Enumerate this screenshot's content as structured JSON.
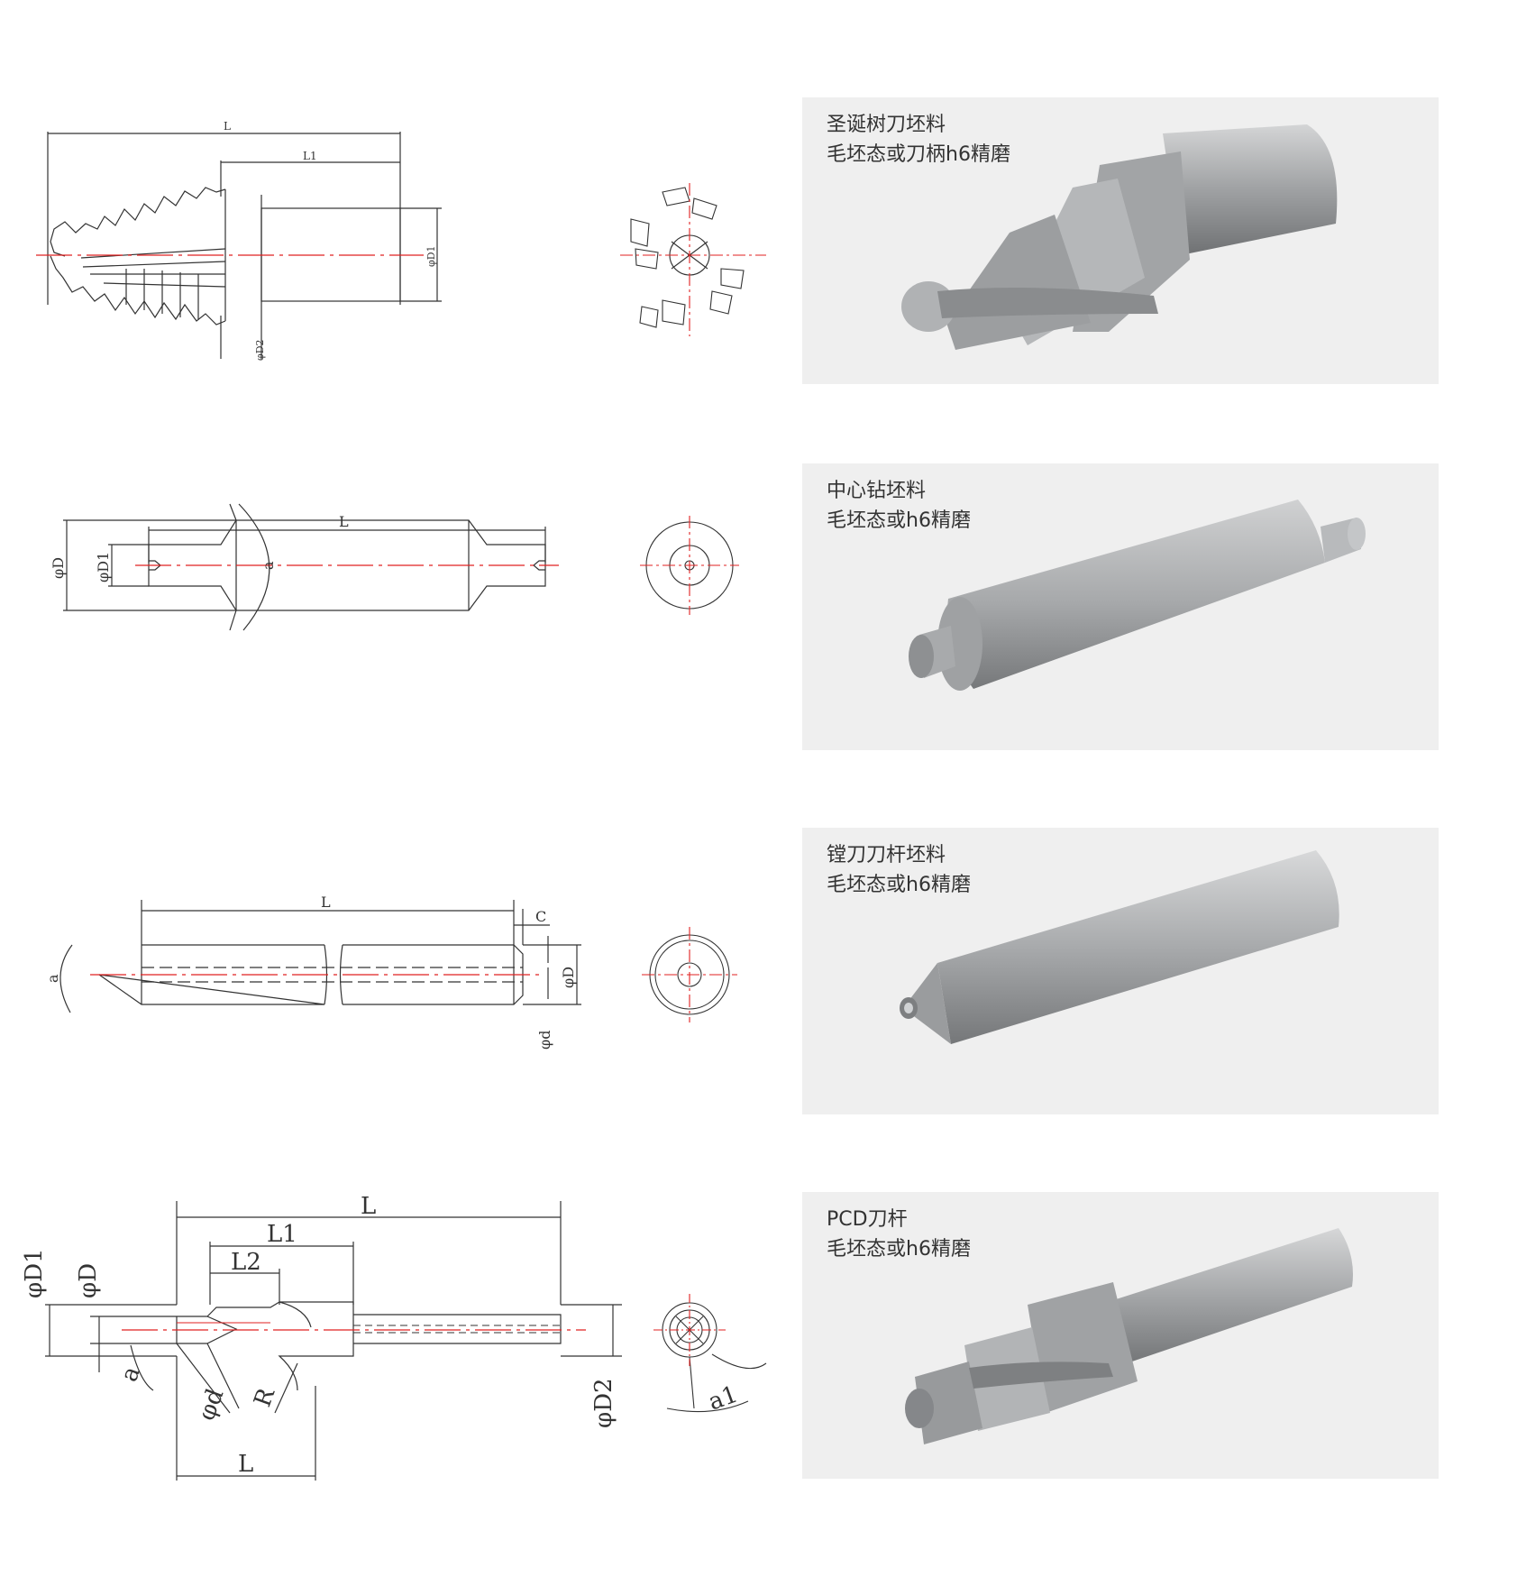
{
  "colors": {
    "line": "#333333",
    "centerline": "#e02020",
    "panel_bg": "#efefef",
    "metal": "#a9abad"
  },
  "products": [
    {
      "title": "圣诞树刀坯料",
      "subtitle": "毛坯态或刀柄h6精磨",
      "drawing_labels": {
        "L": "L",
        "L1": "L1",
        "D1": "φD1",
        "D2": "φD2"
      }
    },
    {
      "title": "中心钻坯料",
      "subtitle": "毛坯态或h6精磨",
      "drawing_labels": {
        "L": "L",
        "D": "φD",
        "D1": "φD1",
        "a": "a"
      }
    },
    {
      "title": "镗刀刀杆坯料",
      "subtitle": "毛坯态或h6精磨",
      "drawing_labels": {
        "L": "L",
        "C": "C",
        "D": "φD",
        "d": "φd",
        "a": "a"
      }
    },
    {
      "title": "PCD刀杆",
      "subtitle": "毛坯态或h6精磨",
      "drawing_labels": {
        "L": "L",
        "L1": "L1",
        "L2": "L2",
        "D1": "φD1",
        "D": "φD",
        "D2": "φD2",
        "a": "a",
        "d": "φd",
        "R": "R",
        "L_bottom": "L",
        "a1": "a1"
      }
    }
  ]
}
